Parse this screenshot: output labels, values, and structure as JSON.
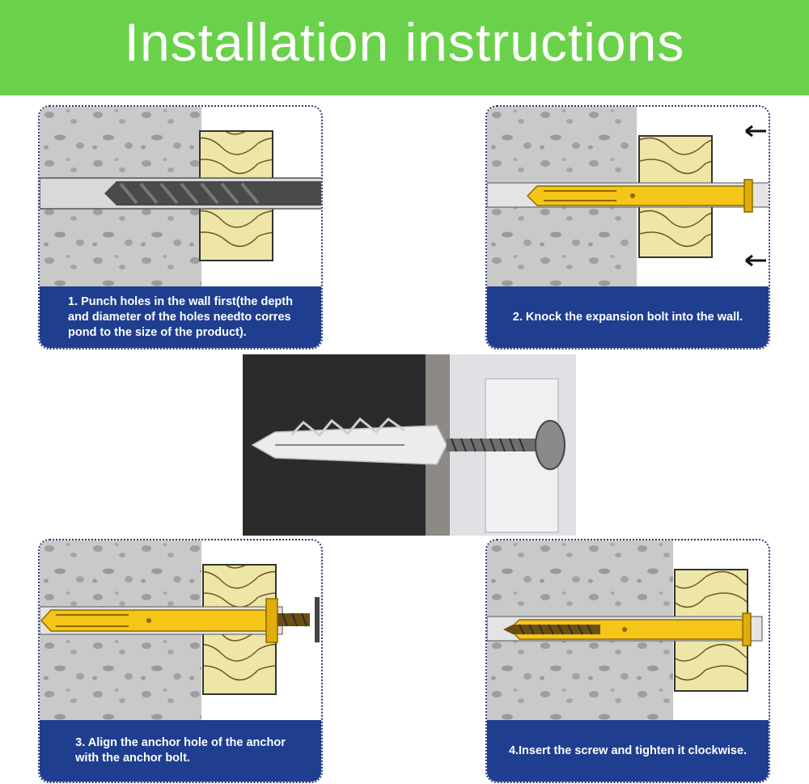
{
  "banner": {
    "title": "Installation instructions"
  },
  "steps": [
    {
      "caption": "1. Punch holes in the wall first(the depth\nand diameter of the holes needto corres\npond to the size of the product)."
    },
    {
      "caption": "2. Knock the expansion bolt into the wall."
    },
    {
      "caption": "3. Align the anchor hole of the anchor\nwith the anchor bolt."
    },
    {
      "caption": "4.Insert the screw and tighten it clockwise."
    }
  ],
  "colors": {
    "banner": "#6ad24a",
    "caption_bg": "#1f3e8f",
    "anchor_yellow": "#f5c518",
    "wood": "#eee6a6",
    "concrete": "#c9c9c9"
  },
  "icons": [
    "drill-bit-icon",
    "arrow-left-icon",
    "screw-icon",
    "expansion-anchor-icon"
  ]
}
